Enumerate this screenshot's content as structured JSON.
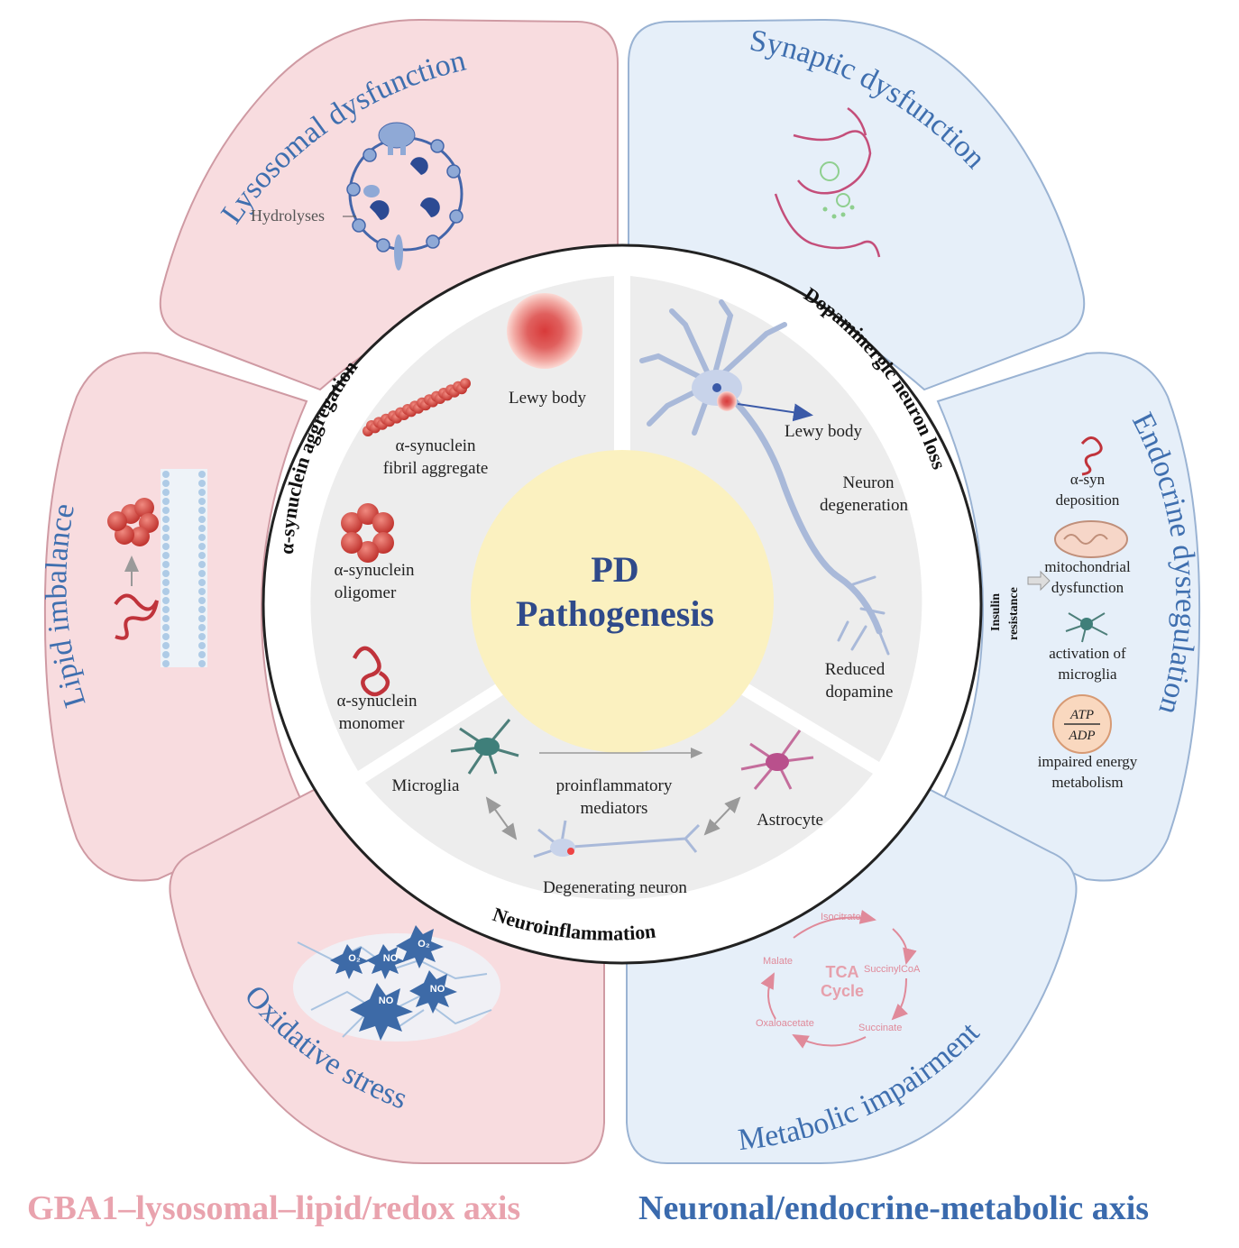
{
  "center": {
    "line1": "PD",
    "line2": "Pathogenesis"
  },
  "outer": {
    "lysosomal": {
      "title": "Lysosomal dysfunction",
      "sublabel": "Hydrolyses"
    },
    "synaptic": {
      "title": "Synaptic dysfunction"
    },
    "lipid": {
      "title": "Lipid imbalance"
    },
    "endocrine": {
      "title": "Endocrine dysregulation",
      "insulin_line1": "Insulin",
      "insulin_line2": "resistance",
      "items": [
        {
          "line1": "α-syn",
          "line2": "deposition"
        },
        {
          "line1": "mitochondrial",
          "line2": "dysfunction"
        },
        {
          "line1": "activation of",
          "line2": "microglia"
        },
        {
          "line1": "impaired energy",
          "line2": "metabolism"
        }
      ],
      "ratio_top": "ATP",
      "ratio_bottom": "ADP"
    },
    "oxidative": {
      "title": "Oxidative stress",
      "badges": [
        "NO",
        "O₂",
        "NO",
        "O₂",
        "NO"
      ]
    },
    "metabolic": {
      "title": "Metabolic impairment",
      "tca_line1": "TCA",
      "tca_line2": "Cycle",
      "tca_nodes": [
        "Isocitrate",
        "SuccinylCoA",
        "Succinate",
        "Oxaloacetate",
        "Malate"
      ]
    }
  },
  "inner": {
    "synuclein": {
      "title": "α-synuclein aggregation",
      "lewy_body": "Lewy body",
      "fibril_line1": "α-synuclein",
      "fibril_line2": "fibril aggregate",
      "oligomer_line1": "α-synuclein",
      "oligomer_line2": "oligomer",
      "monomer_line1": "α-synuclein",
      "monomer_line2": "monomer"
    },
    "dopaminergic": {
      "title": "Dopaminergic neuron loss",
      "lewy_body": "Lewy body",
      "degeneration_line1": "Neuron",
      "degeneration_line2": "degeneration",
      "reduced_line1": "Reduced",
      "reduced_line2": "dopamine"
    },
    "neuroinflammation": {
      "title": "Neuroinflammation",
      "microglia": "Microglia",
      "mediators_line1": "proinflammatory",
      "mediators_line2": "mediators",
      "astrocyte": "Astrocyte",
      "degenerating": "Degenerating neuron"
    }
  },
  "axes": {
    "left": "GBA1–lysosomal–lipid/redox axis",
    "right": "Neuronal/endocrine-metabolic axis"
  },
  "colors": {
    "pink_fill": "#f8dcdf",
    "pink_stroke": "#cf9aa3",
    "blue_fill": "#e6eff9",
    "blue_stroke": "#9ab3d3",
    "center_fill": "#fbf1c0",
    "center_text": "#2f4a8a",
    "axis_pink": "#e9a3ae",
    "axis_blue": "#3a6aad",
    "title_blue": "#3f6faf",
    "ring_fill": "#ededed"
  }
}
